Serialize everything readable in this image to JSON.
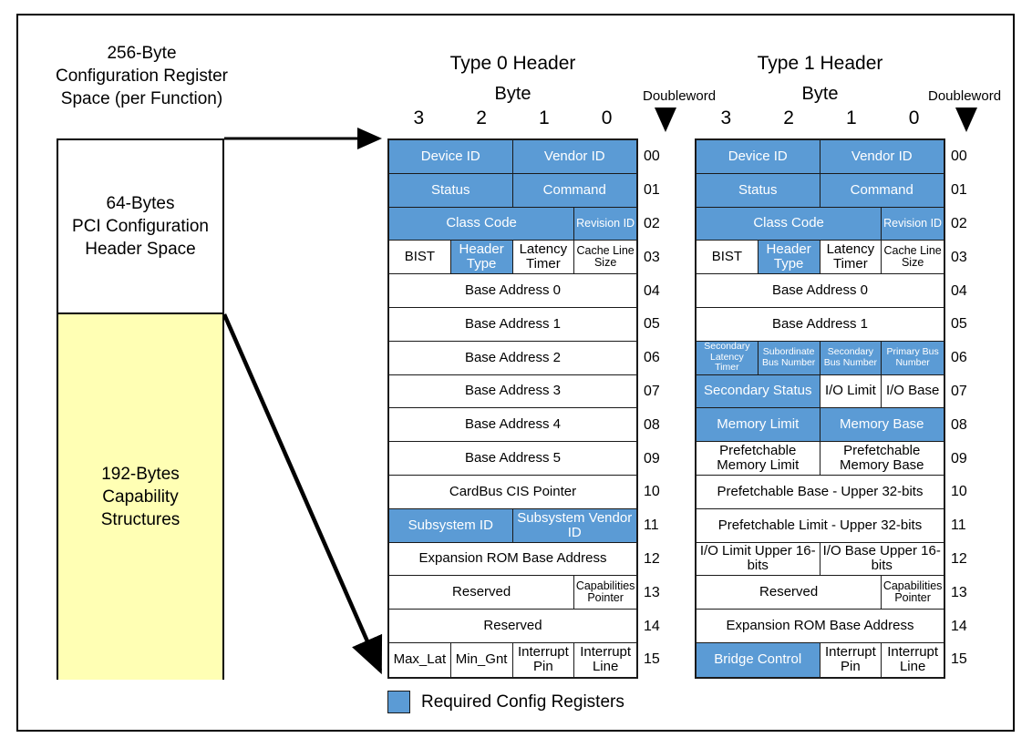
{
  "left_block": {
    "caption": "256-Byte\nConfiguration Register\nSpace (per Function)",
    "caption_line1": "256-Byte",
    "caption_line2": "Configuration Register",
    "caption_line3": "Space (per Function)",
    "header_segment": "64-Bytes\nPCI Configuration\nHeader Space",
    "header_segment_line1": "64-Bytes",
    "header_segment_line2": "PCI Configuration",
    "header_segment_line3": "Header Space",
    "capability_segment": "192-Bytes\nCapability\nStructures",
    "capability_segment_line1": "192-Bytes",
    "capability_segment_line2": "Capability",
    "capability_segment_line3": "Structures",
    "header_color": "#ffffff",
    "capability_color": "#ffffb4"
  },
  "colors": {
    "required_blue": "#5b9bd5",
    "capability_yellow": "#ffffb4",
    "border": "#1a1a1a"
  },
  "legend": {
    "label": "Required Config Registers",
    "swatch_color": "#5b9bd5"
  },
  "byte_axis": {
    "label": "Byte",
    "numbers": [
      "3",
      "2",
      "1",
      "0"
    ],
    "doubleword_label": "Doubleword"
  },
  "doublewords": [
    "00",
    "01",
    "02",
    "03",
    "04",
    "05",
    "06",
    "07",
    "08",
    "09",
    "10",
    "11",
    "12",
    "13",
    "14",
    "15"
  ],
  "type0": {
    "title": "Type 0 Header",
    "rows": [
      {
        "dw": "00",
        "cells": [
          {
            "label": "Device ID",
            "width": "w50",
            "required": true
          },
          {
            "label": "Vendor ID",
            "width": "w50",
            "required": true
          }
        ]
      },
      {
        "dw": "01",
        "cells": [
          {
            "label": "Status",
            "width": "w50",
            "required": true
          },
          {
            "label": "Command",
            "width": "w50",
            "required": true
          }
        ]
      },
      {
        "dw": "02",
        "cells": [
          {
            "label": "Class Code",
            "width": "w75",
            "required": true
          },
          {
            "label": "Revision ID",
            "width": "w25",
            "required": true,
            "small": true
          }
        ]
      },
      {
        "dw": "03",
        "cells": [
          {
            "label": "BIST",
            "width": "w25",
            "required": false
          },
          {
            "label": "Header Type",
            "width": "w25",
            "required": true
          },
          {
            "label": "Latency Timer",
            "width": "w25",
            "required": false
          },
          {
            "label": "Cache Line Size",
            "width": "w25",
            "required": false,
            "small": true
          }
        ]
      },
      {
        "dw": "04",
        "cells": [
          {
            "label": "Base Address 0",
            "width": "w100",
            "required": false
          }
        ]
      },
      {
        "dw": "05",
        "cells": [
          {
            "label": "Base Address 1",
            "width": "w100",
            "required": false
          }
        ]
      },
      {
        "dw": "06",
        "cells": [
          {
            "label": "Base Address 2",
            "width": "w100",
            "required": false
          }
        ]
      },
      {
        "dw": "07",
        "cells": [
          {
            "label": "Base Address 3",
            "width": "w100",
            "required": false
          }
        ]
      },
      {
        "dw": "08",
        "cells": [
          {
            "label": "Base Address 4",
            "width": "w100",
            "required": false
          }
        ]
      },
      {
        "dw": "09",
        "cells": [
          {
            "label": "Base Address 5",
            "width": "w100",
            "required": false
          }
        ]
      },
      {
        "dw": "10",
        "cells": [
          {
            "label": "CardBus CIS Pointer",
            "width": "w100",
            "required": false
          }
        ]
      },
      {
        "dw": "11",
        "cells": [
          {
            "label": "Subsystem ID",
            "width": "w50",
            "required": true
          },
          {
            "label": "Subsystem Vendor ID",
            "width": "w50",
            "required": true
          }
        ]
      },
      {
        "dw": "12",
        "cells": [
          {
            "label": "Expansion ROM Base Address",
            "width": "w100",
            "required": false
          }
        ]
      },
      {
        "dw": "13",
        "cells": [
          {
            "label": "Reserved",
            "width": "w75",
            "required": false
          },
          {
            "label": "Capabilities Pointer",
            "width": "w25",
            "required": false,
            "small": true
          }
        ]
      },
      {
        "dw": "14",
        "cells": [
          {
            "label": "Reserved",
            "width": "w100",
            "required": false
          }
        ]
      },
      {
        "dw": "15",
        "cells": [
          {
            "label": "Max_Lat",
            "width": "w25",
            "required": false
          },
          {
            "label": "Min_Gnt",
            "width": "w25",
            "required": false
          },
          {
            "label": "Interrupt Pin",
            "width": "w25",
            "required": false
          },
          {
            "label": "Interrupt Line",
            "width": "w25",
            "required": false
          }
        ]
      }
    ]
  },
  "type1": {
    "title": "Type 1 Header",
    "rows": [
      {
        "dw": "00",
        "cells": [
          {
            "label": "Device ID",
            "width": "w50",
            "required": true
          },
          {
            "label": "Vendor ID",
            "width": "w50",
            "required": true
          }
        ]
      },
      {
        "dw": "01",
        "cells": [
          {
            "label": "Status",
            "width": "w50",
            "required": true
          },
          {
            "label": "Command",
            "width": "w50",
            "required": true
          }
        ]
      },
      {
        "dw": "02",
        "cells": [
          {
            "label": "Class Code",
            "width": "w75",
            "required": true
          },
          {
            "label": "Revision ID",
            "width": "w25",
            "required": true,
            "small": true
          }
        ]
      },
      {
        "dw": "03",
        "cells": [
          {
            "label": "BIST",
            "width": "w25",
            "required": false
          },
          {
            "label": "Header Type",
            "width": "w25",
            "required": true
          },
          {
            "label": "Latency Timer",
            "width": "w25",
            "required": false
          },
          {
            "label": "Cache Line Size",
            "width": "w25",
            "required": false,
            "small": true
          }
        ]
      },
      {
        "dw": "04",
        "cells": [
          {
            "label": "Base Address 0",
            "width": "w100",
            "required": false
          }
        ]
      },
      {
        "dw": "05",
        "cells": [
          {
            "label": "Base Address 1",
            "width": "w100",
            "required": false
          }
        ]
      },
      {
        "dw": "06",
        "cells": [
          {
            "label": "Secondary Latency Timer",
            "width": "w25",
            "required": true,
            "xsmall": true
          },
          {
            "label": "Subordinate Bus Number",
            "width": "w25",
            "required": true,
            "xsmall": true
          },
          {
            "label": "Secondary Bus Number",
            "width": "w25",
            "required": true,
            "xsmall": true
          },
          {
            "label": "Primary Bus Number",
            "width": "w25",
            "required": true,
            "xsmall": true
          }
        ]
      },
      {
        "dw": "07",
        "cells": [
          {
            "label": "Secondary Status",
            "width": "w50",
            "required": true
          },
          {
            "label": "I/O Limit",
            "width": "w25",
            "required": false
          },
          {
            "label": "I/O Base",
            "width": "w25",
            "required": false
          }
        ]
      },
      {
        "dw": "08",
        "cells": [
          {
            "label": "Memory Limit",
            "width": "w50",
            "required": true
          },
          {
            "label": "Memory Base",
            "width": "w50",
            "required": true
          }
        ]
      },
      {
        "dw": "09",
        "cells": [
          {
            "label": "Prefetchable Memory Limit",
            "width": "w50",
            "required": false
          },
          {
            "label": "Prefetchable Memory Base",
            "width": "w50",
            "required": false
          }
        ]
      },
      {
        "dw": "10",
        "cells": [
          {
            "label": "Prefetchable Base - Upper 32-bits",
            "width": "w100",
            "required": false
          }
        ]
      },
      {
        "dw": "11",
        "cells": [
          {
            "label": "Prefetchable Limit - Upper 32-bits",
            "width": "w100",
            "required": false
          }
        ]
      },
      {
        "dw": "12",
        "cells": [
          {
            "label": "I/O Limit Upper 16-bits",
            "width": "w50",
            "required": false
          },
          {
            "label": "I/O Base Upper 16-bits",
            "width": "w50",
            "required": false
          }
        ]
      },
      {
        "dw": "13",
        "cells": [
          {
            "label": "Reserved",
            "width": "w75",
            "required": false
          },
          {
            "label": "Capabilities Pointer",
            "width": "w25",
            "required": false,
            "small": true
          }
        ]
      },
      {
        "dw": "14",
        "cells": [
          {
            "label": "Expansion ROM Base Address",
            "width": "w100",
            "required": false
          }
        ]
      },
      {
        "dw": "15",
        "cells": [
          {
            "label": "Bridge Control",
            "width": "w50",
            "required": true
          },
          {
            "label": "Interrupt Pin",
            "width": "w25",
            "required": false
          },
          {
            "label": "Interrupt Line",
            "width": "w25",
            "required": false
          }
        ]
      }
    ]
  }
}
